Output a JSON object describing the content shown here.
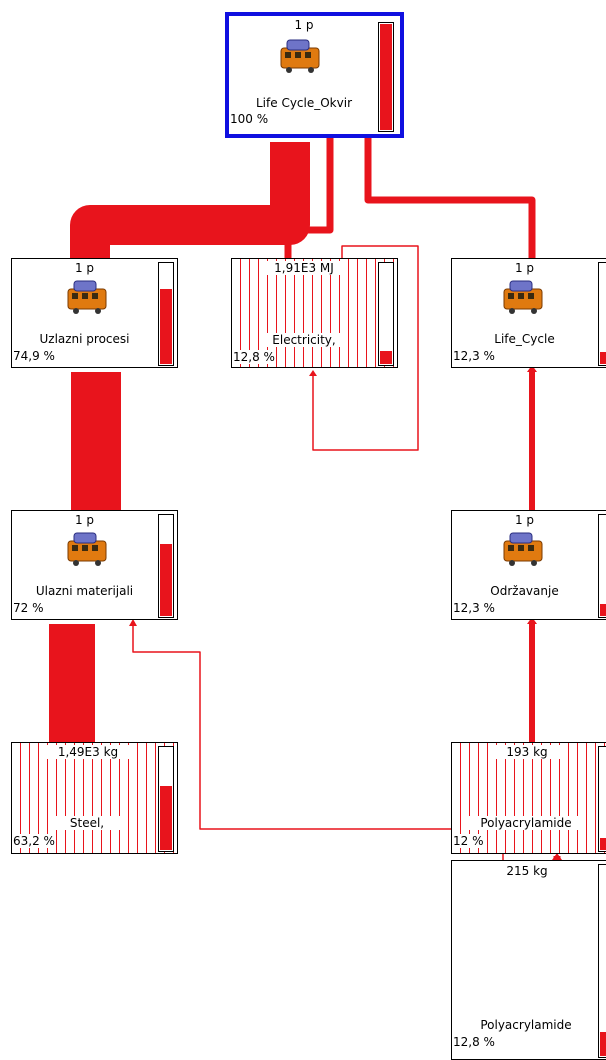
{
  "colors": {
    "flow": "#e8141c",
    "selected_border": "#1010e0",
    "border": "#000000",
    "background": "#ffffff"
  },
  "icon": "train-icon",
  "nodes": {
    "life_cycle_okvir": {
      "amount": "1 p",
      "name": "Life Cycle_Okvir",
      "pct": "100 %",
      "meter_level": 1.0,
      "selected": true
    },
    "uzlazni_procesi": {
      "amount": "1 p",
      "name": "Uzlazni procesi",
      "pct": "74,9 %",
      "meter_level": 0.749
    },
    "electricity": {
      "amount": "1,91E3 MJ",
      "name": "Electricity,",
      "pct": "12,8 %",
      "meter_level": 0.128
    },
    "life_cycle": {
      "amount": "1 p",
      "name": "Life_Cycle",
      "pct": "12,3 %",
      "meter_level": 0.123
    },
    "ulazni_materijali": {
      "amount": "1 p",
      "name": "Ulazni materijali",
      "pct": "72 %",
      "meter_level": 0.72
    },
    "odrzavanje": {
      "amount": "1 p",
      "name": "Održavanje",
      "pct": "12,3 %",
      "meter_level": 0.123
    },
    "steel": {
      "amount": "1,49E3 kg",
      "name": "Steel,",
      "pct": "63,2 %",
      "meter_level": 0.632
    },
    "polyacrylamide_1": {
      "amount": "193 kg",
      "name": "Polyacrylamide",
      "pct": "12 %",
      "meter_level": 0.12
    },
    "polyacrylamide_2": {
      "amount": "215 kg",
      "name": "Polyacrylamide",
      "pct": "12,8 %",
      "meter_level": 0.128
    }
  }
}
